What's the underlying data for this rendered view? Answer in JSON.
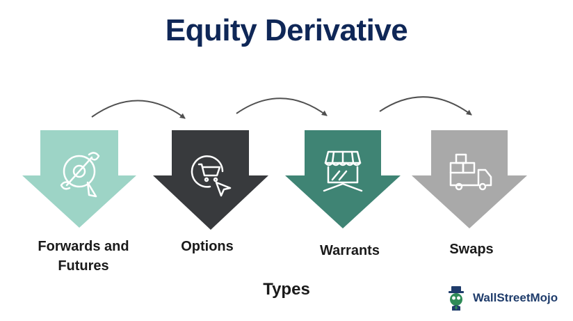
{
  "title": "Equity Derivative",
  "footer": "Types",
  "types": [
    {
      "label": "Forwards and Futures",
      "color": "#9dd4c6",
      "icon": "wrench-gear-icon"
    },
    {
      "label": "Options",
      "color": "#383a3d",
      "icon": "cart-cursor-icon"
    },
    {
      "label": "Warrants",
      "color": "#3f8474",
      "icon": "storefront-icon"
    },
    {
      "label": "Swaps",
      "color": "#a9a9a9",
      "icon": "delivery-truck-icon"
    }
  ],
  "brand": {
    "text": "WallStreetMojo",
    "color": "#1f3c6b",
    "accent": "#2e8b57"
  },
  "colors": {
    "title": "#0f2757",
    "connector": "#505050",
    "label": "#1a1a1a"
  }
}
